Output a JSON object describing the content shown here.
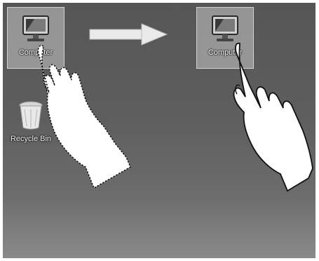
{
  "desktop": {
    "icons": [
      {
        "label": "Computer"
      },
      {
        "label": "Recycle Bin"
      },
      {
        "label": "Computer"
      }
    ]
  },
  "illustration": {
    "arrow": "right-arrow-icon",
    "hands": [
      "hand-pointer-before-icon",
      "hand-pointer-after-icon"
    ]
  }
}
